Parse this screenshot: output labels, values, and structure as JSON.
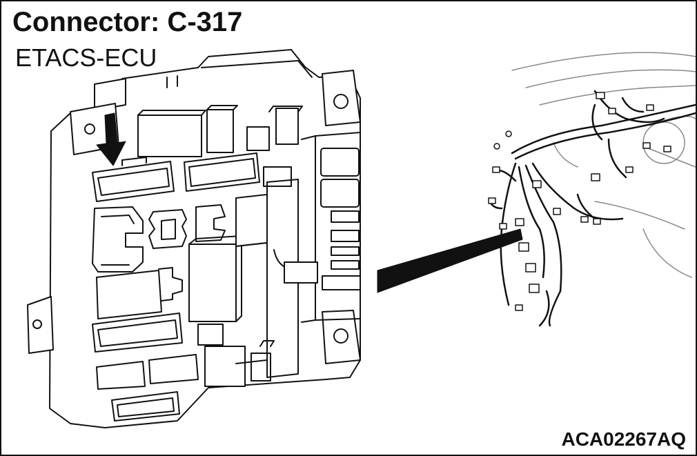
{
  "header": {
    "connector_title": "Connector: C-317",
    "component_name": "ETACS-ECU"
  },
  "footer": {
    "figure_code": "ACA02267AQ"
  },
  "colors": {
    "ink": "#111111",
    "paper": "#ffffff",
    "harness": "#888888"
  },
  "icons": {
    "location_pointer": "black-arrow-down",
    "callout": "black-wedge-callout"
  }
}
